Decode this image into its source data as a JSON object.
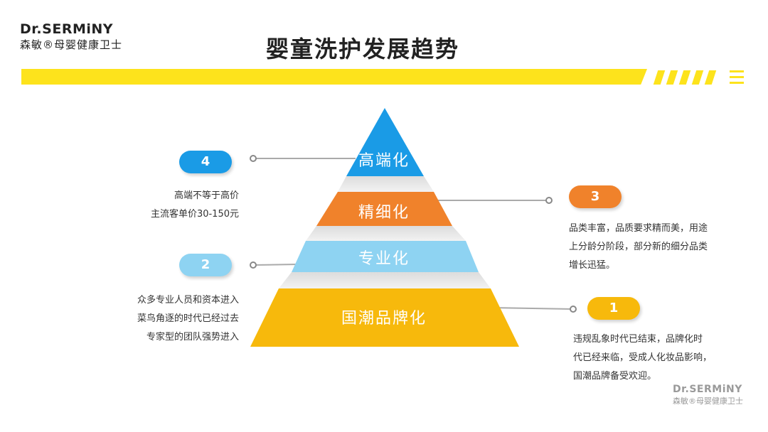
{
  "brand": {
    "name_en": "Dr.SERMiNY",
    "name_cn": "森敏®母婴健康卫士"
  },
  "title": "婴童洗护发展趋势",
  "pyramid": [
    {
      "level": "4",
      "label": "高端化",
      "color": "#1a9be6",
      "desc": [
        "高端不等于高价",
        "主流客单价30-150元"
      ]
    },
    {
      "level": "3",
      "label": "精细化",
      "color": "#f0822b",
      "desc": [
        "品类丰富，品质要求精而美，用途",
        "上分龄分阶段，部分新的细分品类",
        "增长迅猛。"
      ]
    },
    {
      "level": "2",
      "label": "专业化",
      "color": "#8ed3f2",
      "desc": [
        "众多专业人员和资本进入",
        "菜鸟角逐的时代已经过去",
        "专家型的团队强势进入"
      ]
    },
    {
      "level": "1",
      "label": "国潮品牌化",
      "color": "#f7b90c",
      "desc": [
        "违规乱象时代已结束，品牌化时",
        "代已经来临，受成人化妆品影响，",
        "国潮品牌备受欢迎。"
      ]
    }
  ],
  "watermark": {
    "name_en": "Dr.SERMiNY",
    "name_cn": "森敏®母婴健康卫士"
  }
}
